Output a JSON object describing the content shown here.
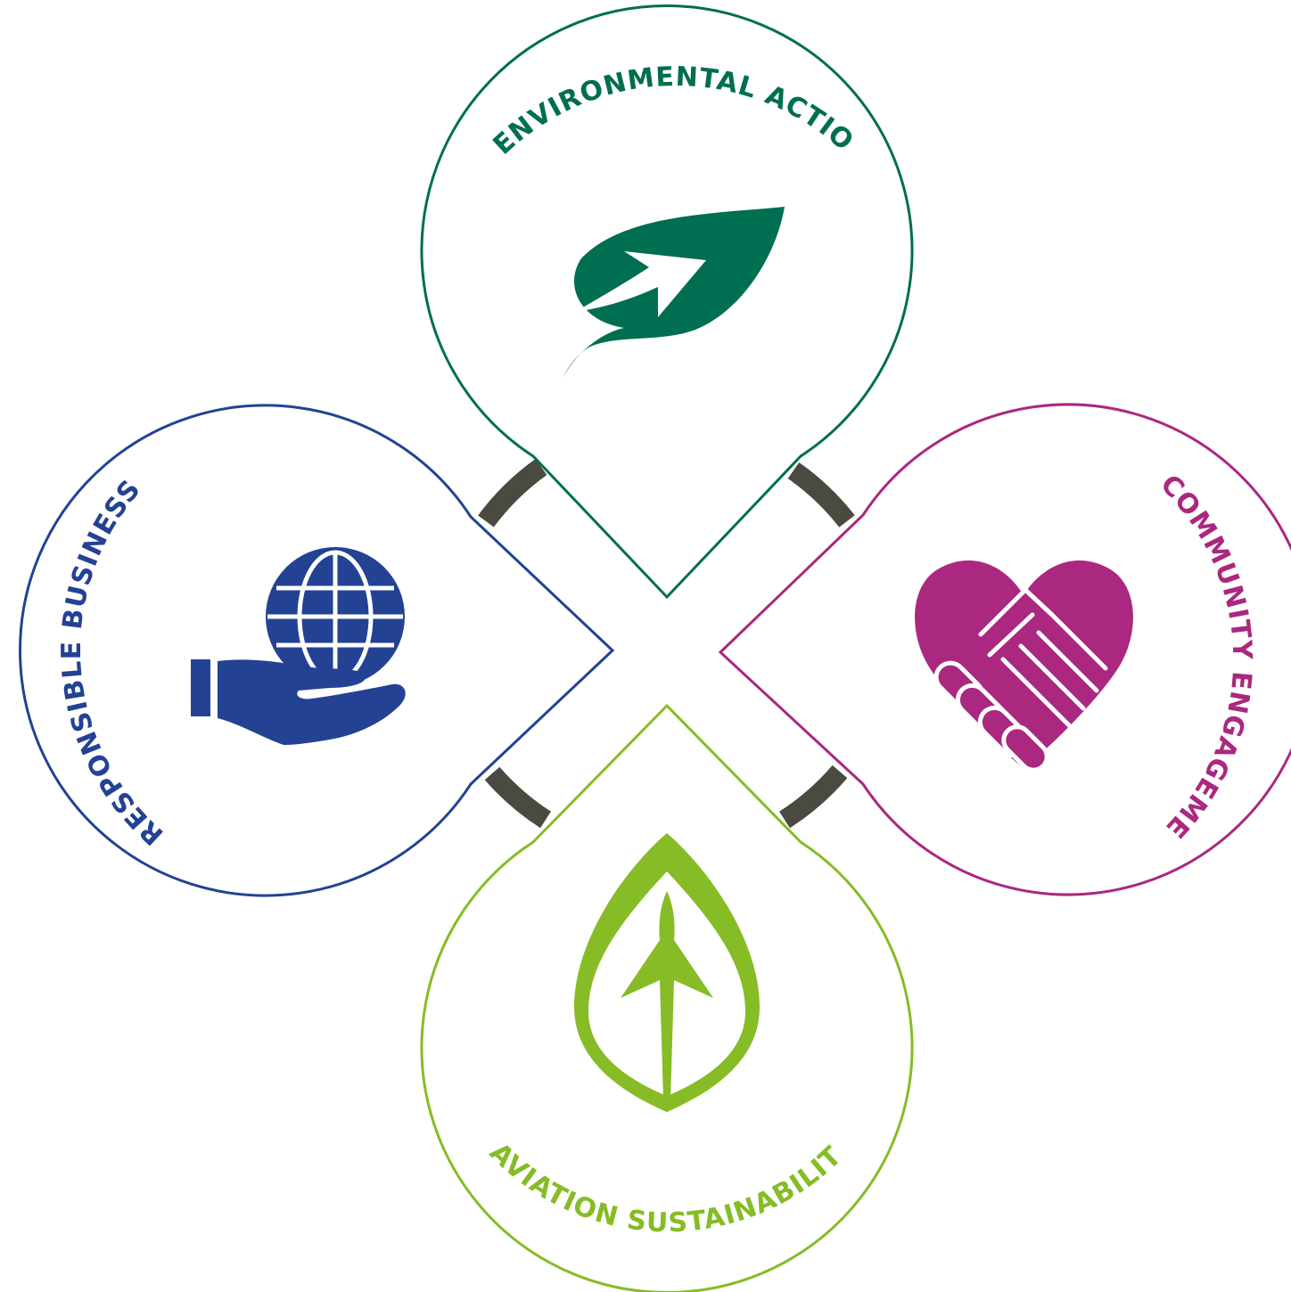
{
  "diagram": {
    "petals": [
      {
        "id": "environmental-action",
        "label": "ENVIRONMENTAL ACTION",
        "color": "#006e51",
        "icon": "leaf-arrow-icon"
      },
      {
        "id": "responsible-business",
        "label": "RESPONSIBLE BUSINESS",
        "color": "#234294",
        "icon": "hand-globe-icon"
      },
      {
        "id": "community-engagement",
        "label": "COMMUNITY ENGAGEMENT",
        "color": "#aa287f",
        "icon": "heart-handshake-icon"
      },
      {
        "id": "aviation-sustainability",
        "label": "AVIATION SUSTAINABILITY",
        "color": "#86bc25",
        "icon": "leaf-plane-icon"
      }
    ],
    "connector_color": "#4a4a40"
  }
}
